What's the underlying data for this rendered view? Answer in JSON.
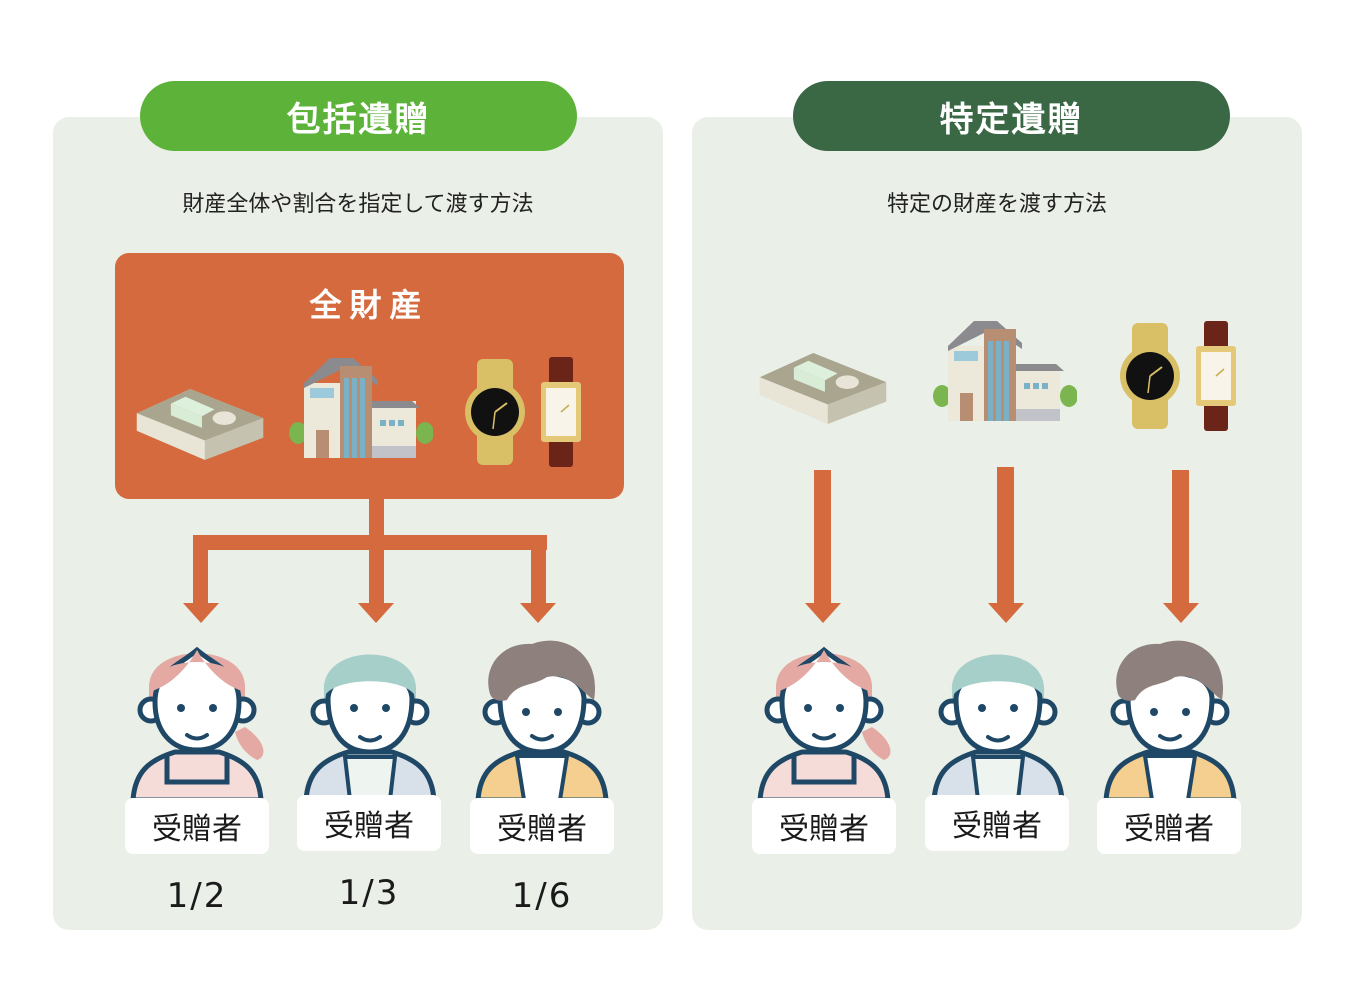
{
  "left": {
    "title": "包括遺贈",
    "subtitle": "財産全体や割合を指定して渡す方法",
    "assets_title": "全財産",
    "recipients": [
      {
        "label": "受贈者",
        "share": "1/2"
      },
      {
        "label": "受贈者",
        "share": "1/3"
      },
      {
        "label": "受贈者",
        "share": "1/6"
      }
    ]
  },
  "right": {
    "title": "特定遺贈",
    "subtitle": "特定の財産を渡す方法",
    "recipients": [
      {
        "label": "受贈者"
      },
      {
        "label": "受贈者"
      },
      {
        "label": "受贈者"
      }
    ]
  },
  "colors": {
    "left_pill": "#5db33a",
    "right_pill": "#3a6845",
    "accent": "#d46a3e",
    "panel": "#eaefe7"
  }
}
